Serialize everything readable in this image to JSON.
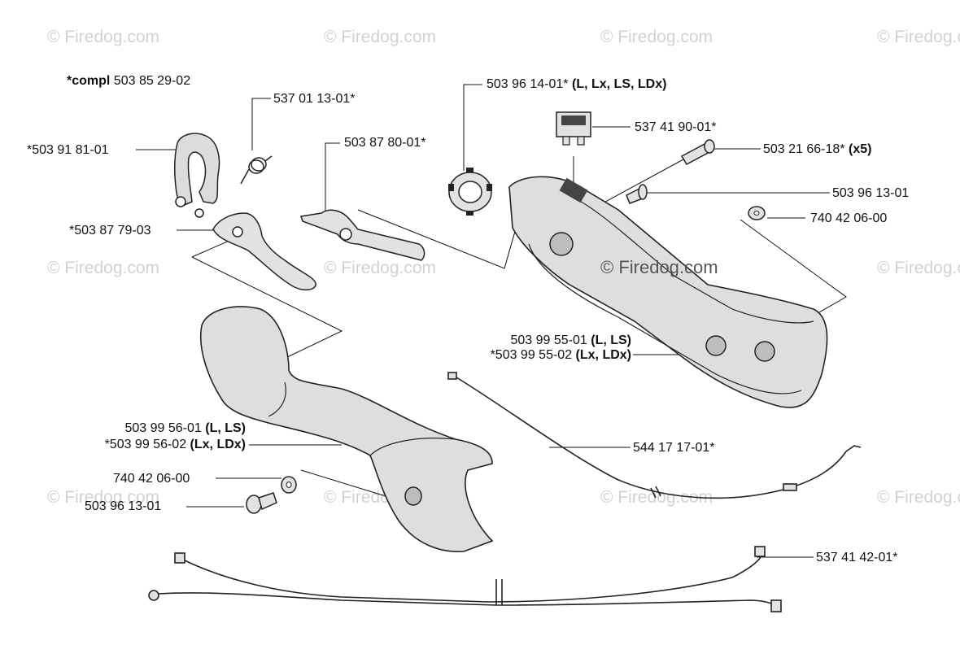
{
  "watermark": "© Firedog.com",
  "watermark_center": "© Firedog.com",
  "labels": {
    "compl_prefix": "*compl",
    "compl_num": "503 85 29-02",
    "p1": "537 01 13-01*",
    "p2": "*503 91 81-01",
    "p3": "503 87 80-01*",
    "p4": "*503 87 79-03",
    "p5_num": "503 96 14-01*",
    "p5_var": "(L, Lx, LS, LDx)",
    "p6": "537 41 90-01*",
    "p7_num": "503 21 66-18*",
    "p7_var": "(x5)",
    "p8": "503 96 13-01",
    "p9": "740 42 06-00",
    "p10a_num": "503 99 55-01",
    "p10a_var": "(L, LS)",
    "p10b_num": "*503 99 55-02",
    "p10b_var": "(Lx, LDx)",
    "p11a_num": "503 99 56-01",
    "p11a_var": "(L, LS)",
    "p11b_num": "*503 99 56-02",
    "p11b_var": "(Lx, LDx)",
    "p12": "740 42 06-00",
    "p13": "503 96 13-01",
    "p14": "544 17 17-01*",
    "p15": "537 41 42-01*"
  }
}
